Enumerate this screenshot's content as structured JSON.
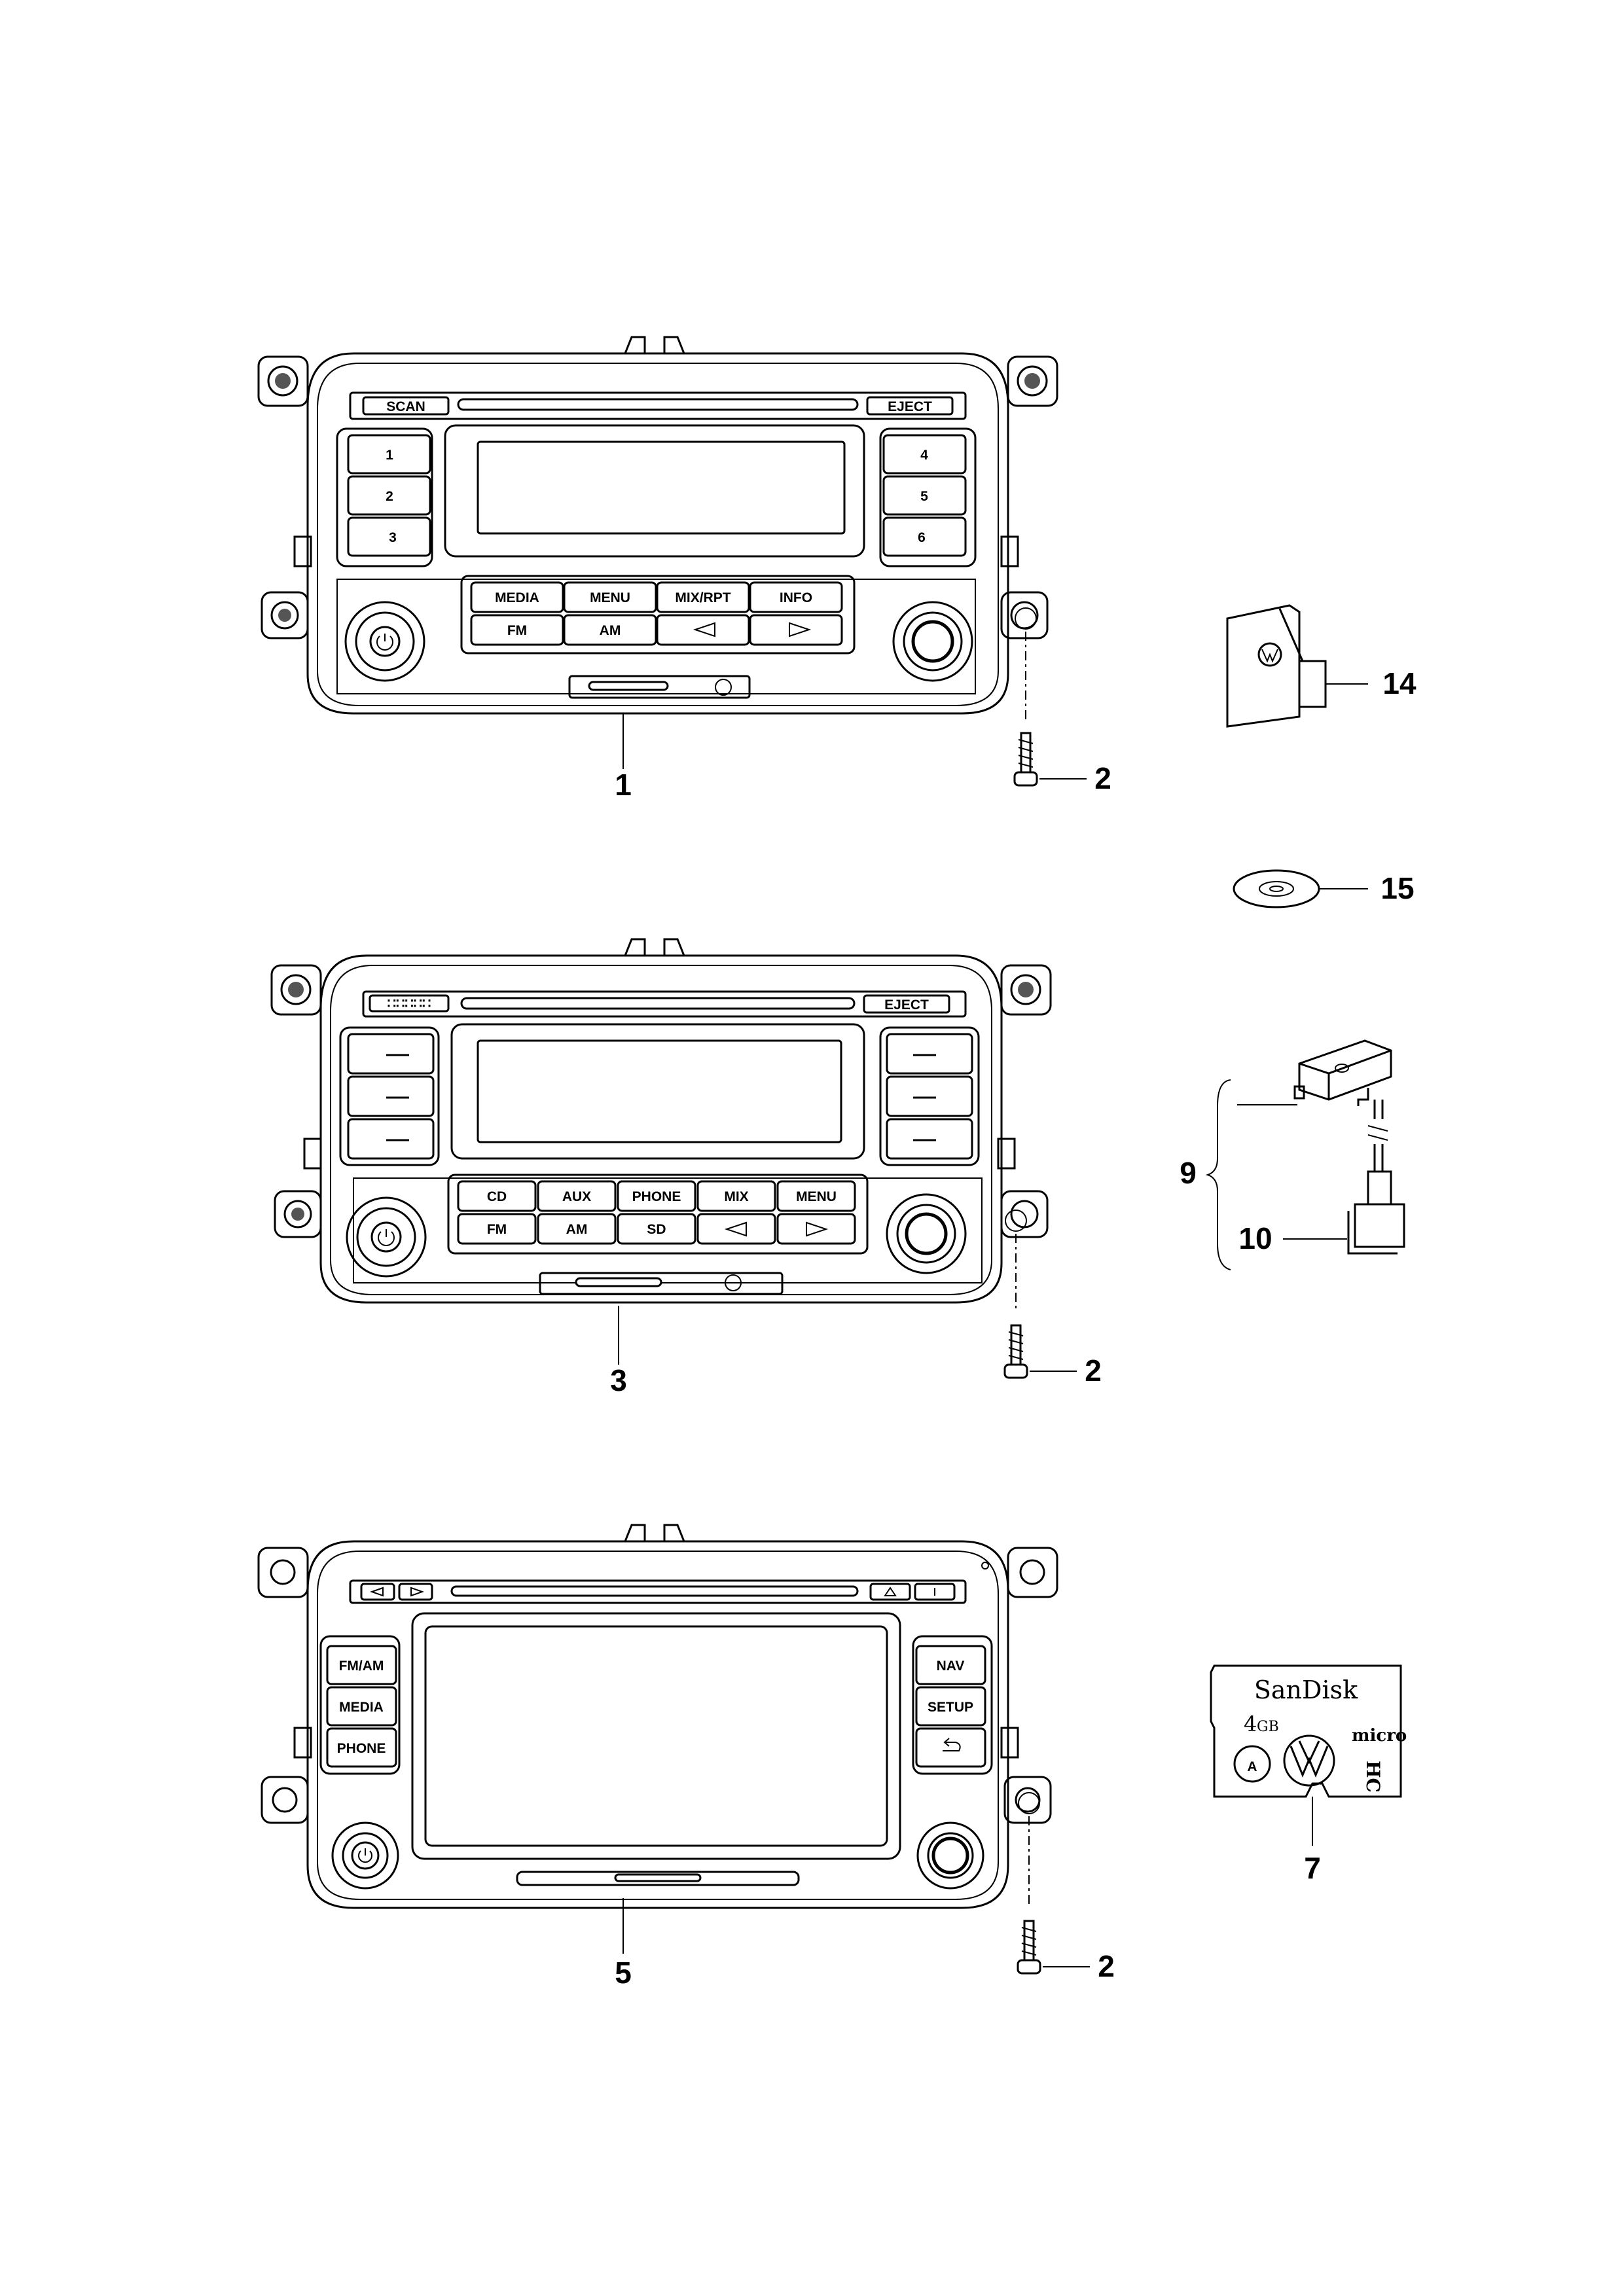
{
  "radio1": {
    "top": {
      "left": "SCAN",
      "right": "EJECT"
    },
    "presets_left": [
      "1",
      "2",
      "3"
    ],
    "presets_right": [
      "4",
      "5",
      "6"
    ],
    "keys_row1": [
      "MEDIA",
      "MENU",
      "MIX/RPT",
      "INFO"
    ],
    "keys_row2": [
      "FM",
      "AM"
    ]
  },
  "radio3": {
    "top": {
      "right": "EJECT"
    },
    "keys_row1": [
      "CD",
      "AUX",
      "PHONE",
      "MIX",
      "MENU"
    ],
    "keys_row2": [
      "FM",
      "AM",
      "SD"
    ]
  },
  "radio5": {
    "side_left": [
      "FM/AM",
      "MEDIA",
      "PHONE"
    ],
    "side_right": [
      "NAV",
      "SETUP"
    ]
  },
  "sdcard": {
    "brand": "SanDisk",
    "capacity": "4",
    "unit": "GB",
    "micro": "micro",
    "hc": "HC",
    "class_letter": "A"
  },
  "callouts": {
    "n1": "1",
    "n2a": "2",
    "n2b": "2",
    "n2c": "2",
    "n3": "3",
    "n5": "5",
    "n7": "7",
    "n9": "9",
    "n10": "10",
    "n14": "14",
    "n15": "15"
  }
}
